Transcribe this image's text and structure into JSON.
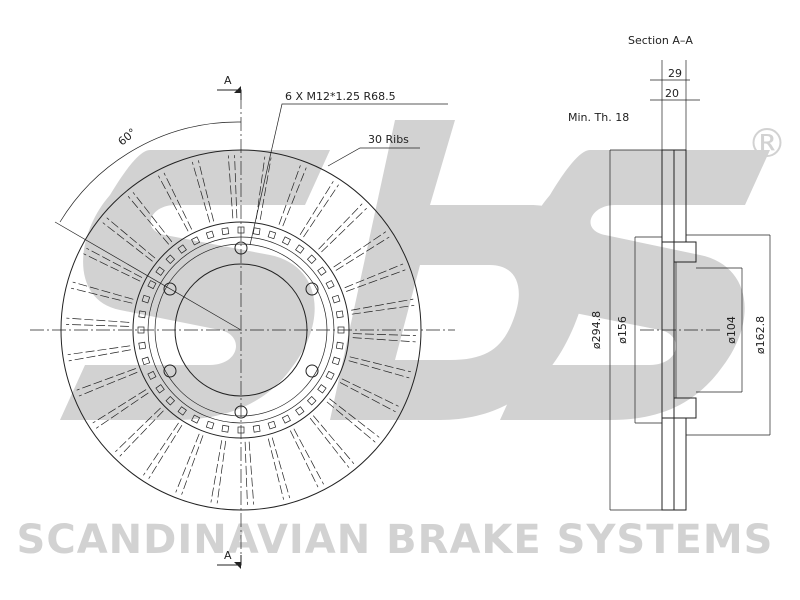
{
  "colors": {
    "line": "#222222",
    "watermark": "#d2d2d2"
  },
  "drawing": {
    "section_title": "Section A–A",
    "section_mark_top": "A",
    "section_mark_bottom": "A",
    "bolt_callout": "6 X M12*1.25 R68.5",
    "ribs_callout": "30 Ribs",
    "angle_label": "60°",
    "min_thickness": "Min. Th. 18",
    "thickness_total": "29",
    "thickness_hub": "20",
    "diameters": {
      "outer": "ø294.8",
      "hub_flange": "ø156",
      "center_bore": "ø104",
      "hat": "ø162.8"
    }
  },
  "watermark": {
    "logo_text": "sbs",
    "registered_mark": "®",
    "brand_line": "SCANDINAVIAN BRAKE SYSTEMS"
  }
}
